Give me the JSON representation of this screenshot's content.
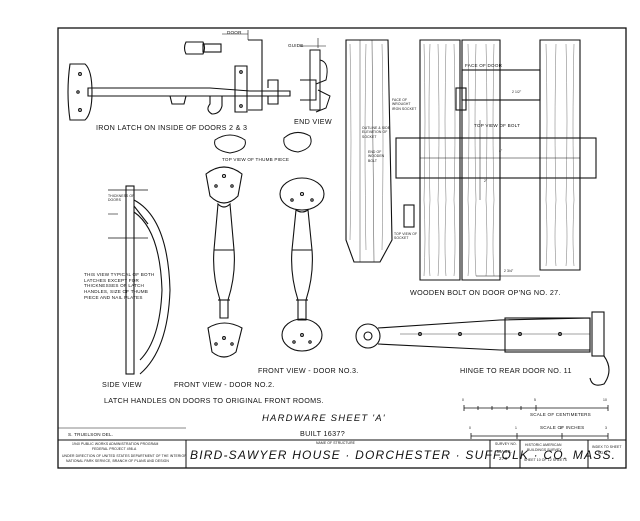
{
  "labels": {
    "door": "DOOR",
    "guide": "GUIDE",
    "iron_latch": "IRON LATCH ON INSIDE OF DOORS 2 & 3",
    "end_view": "END VIEW",
    "top_view_thumb": "TOP VIEW OF THUMB PIECE",
    "thickness_of_doors": "THICKNESS OF DOORS",
    "view_typical": "THIS VIEW TYPICAL OF BOTH LATCHES EXCEPT FOR THICKNESSES OF LATCH HANDLES, SIZE OF THUMB PIECE AND NAIL PLATES",
    "side_view": "SIDE VIEW",
    "front_view_door2": "FRONT VIEW - DOOR NO.2.",
    "front_view_door3": "FRONT VIEW - DOOR NO.3.",
    "latch_handles": "LATCH HANDLES ON DOORS TO ORIGINAL FRONT ROOMS.",
    "face_of_door": "FACE OF DOOR",
    "face_of_wrought": "FACE OF WROUGHT IRON SOCKET",
    "outline_side": "OUTLINE & SIDE ELEVATION OF SOCKET",
    "end_of_wooden_bolt": "END OF WOODEN BOLT",
    "top_view_bolt": "TOP VIEW OF BOLT",
    "top_view_socket": "TOP VIEW OF SOCKET",
    "wooden_bolt": "WOODEN BOLT ON DOOR OP'NG NO. 27.",
    "hinge": "HINGE TO REAR DOOR NO. 11",
    "dim_a": "4\"",
    "dim_b": "2\"",
    "dim_c": "2 1/2\"",
    "dim_d": "2 3/4\""
  },
  "title_block": {
    "hardware_sheet": "HARDWARE SHEET 'A'",
    "built": "BUILT 1637?",
    "delineator": "S. TRUELSON  DEL.",
    "program_line1": "1940 PUBLIC WORKS ADMINISTRATION PROGRAM",
    "program_line2": "FEDERAL PROJECT 498-A",
    "program_line3": "UNDER DIRECTION OF UNITED STATES DEPARTMENT OF THE INTERIOR",
    "program_line4": "NATIONAL PARK SERVICE, BRANCH OF PLANS AND DESIGN",
    "name_of_structure": "NAME OF STRUCTURE",
    "house_name": "BIRD-SAWYER HOUSE · DORCHESTER · SUFFOLK · CO. MASS.",
    "survey_no_label": "SURVEY NO.",
    "survey_state": "MASS.",
    "survey_no": "278",
    "habs_line1": "HISTORIC AMERICAN",
    "habs_line2": "BUILDINGS SURVEY",
    "sheet_of": "SHEET 10  OF  12  SHEETS",
    "index_line1": "INDEX TO SHEET",
    "index_line2": "NO. 1"
  },
  "scales": {
    "centimeters_label": "SCALE OF CENTIMETERS",
    "centimeters_ticks": [
      "0",
      "5",
      "10"
    ],
    "inches_label": "SCALE OF INCHES",
    "inches_ticks": [
      "0",
      "1",
      "2",
      "3"
    ]
  }
}
